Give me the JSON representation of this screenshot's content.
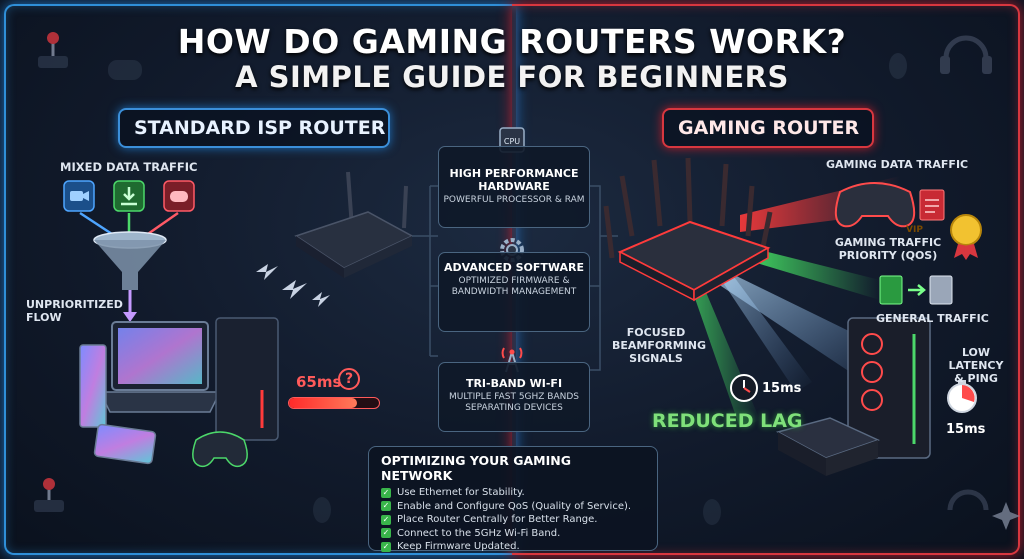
{
  "title": "HOW DO GAMING ROUTERS WORK?",
  "subtitle": "A SIMPLE GUIDE FOR BEGINNERS",
  "left": {
    "heading": "STANDARD ISP ROUTER",
    "mixed_traffic": "MIXED DATA TRAFFIC",
    "unprioritized": "UNPRIORITIZED FLOW",
    "latency": "65ms",
    "latency_mark": "?",
    "lag_level_percent": 75
  },
  "right": {
    "heading": "GAMING ROUTER",
    "gaming_traffic": "GAMING DATA TRAFFIC",
    "vip_badge": "VIP",
    "priority": "GAMING TRAFFIC PRIORITY (QoS)",
    "general": "GENERAL TRAFFIC",
    "beamforming": "FOCUSED BEAMFORMING SIGNALS",
    "low_latency": "LOW LATENCY & PING",
    "latency_a": "15ms",
    "latency_b": "15ms",
    "reduced_lag": "REDUCED LAG"
  },
  "features": [
    {
      "title": "HIGH PERFORMANCE HARDWARE",
      "desc": "POWERFUL PROCESSOR & RAM",
      "icon": "cpu-icon",
      "icon_text": "CPU"
    },
    {
      "title": "ADVANCED SOFTWARE",
      "desc": "OPTIMIZED FIRMWARE & BANDWIDTH MANAGEMENT",
      "icon": "gear-icon"
    },
    {
      "title": "TRI-BAND WI-FI",
      "desc": "MULTIPLE FAST 5GHZ BANDS SEPARATING DEVICES",
      "icon": "antenna-icon"
    }
  ],
  "tips": {
    "title": "OPTIMIZING YOUR GAMING NETWORK",
    "items": [
      "Use Ethernet for Stability.",
      "Enable and Configure QoS (Quality of Service).",
      "Place Router Centrally for Better Range.",
      "Connect to the 5GHz Wi-Fi Band.",
      "Keep Firmware Updated."
    ]
  },
  "colors": {
    "left_accent": "#2f8fd8",
    "right_accent": "#d8373f",
    "good": "#39b54a",
    "bad": "#ff5a5a"
  }
}
